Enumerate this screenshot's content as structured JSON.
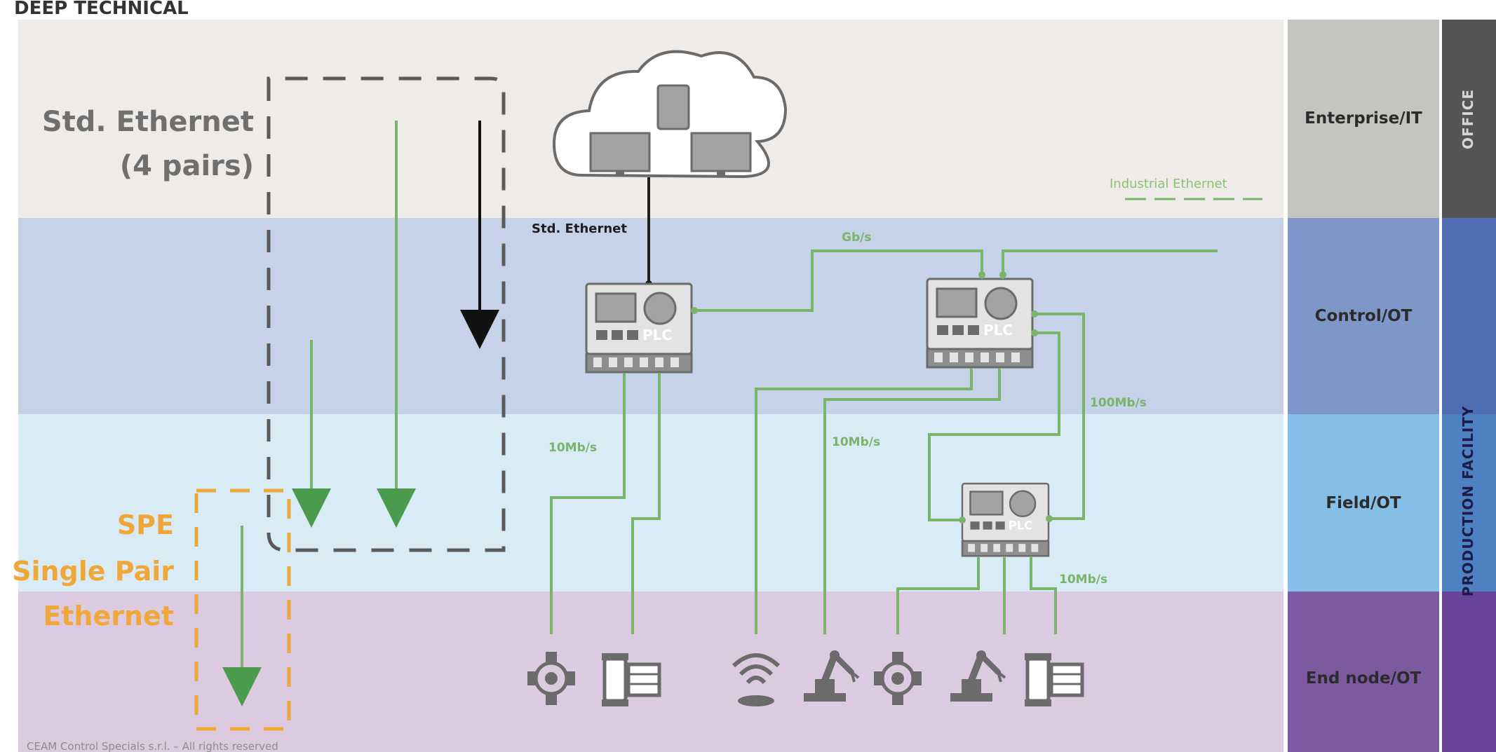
{
  "header": {
    "text": "DEEP TECHNICAL"
  },
  "bands": {
    "enterprise": {
      "label": "Enterprise/IT",
      "color": "#eeebe8",
      "side_color": "#c6c4c1"
    },
    "control": {
      "label": "Control/OT",
      "color": "#c5d2e7",
      "side_color": "#6b84b8"
    },
    "field": {
      "label": "Field/OT",
      "color": "#d9ecf5",
      "side_color": "#74b3dc"
    },
    "endnode": {
      "label": "End node/OT",
      "color": "#dccae0",
      "side_color": "#6f4a8e"
    }
  },
  "side_labels": {
    "office": "OFFICE",
    "production": "PRODUCTION FACILITY"
  },
  "std_ethernet": {
    "line1": "Std. Ethernet",
    "line2": "(4 pairs)"
  },
  "spe": {
    "line1": "SPE",
    "line2": "Single Pair",
    "line3": "Ethernet"
  },
  "links": {
    "std_ethernet": "Std. Ethernet",
    "gbs": "Gb/s",
    "mbs_100": "100Mb/s",
    "mbs_10_a": "10Mb/s",
    "mbs_10_b": "10Mb/s",
    "mbs_10_c": "10Mb/s"
  },
  "legend": {
    "industrial_ethernet": "Industrial Ethernet"
  },
  "plc_label": "PLC",
  "copyright": "CEAM Control Specials s.r.l. – All rights reserved",
  "colors": {
    "green": "#7ab36a",
    "dark_green": "#4b9b4f",
    "orange": "#f0a73a",
    "gray_dash": "#5a5a5a",
    "device_gray": "#8e8e8e",
    "office_dark": "#555353"
  },
  "devices": [
    {
      "kind": "cloud-with-screens-icon"
    },
    {
      "kind": "plc-controller-icon"
    },
    {
      "kind": "pump-icon"
    },
    {
      "kind": "motor-icon"
    },
    {
      "kind": "wifi-icon"
    },
    {
      "kind": "robot-arm-icon"
    }
  ]
}
